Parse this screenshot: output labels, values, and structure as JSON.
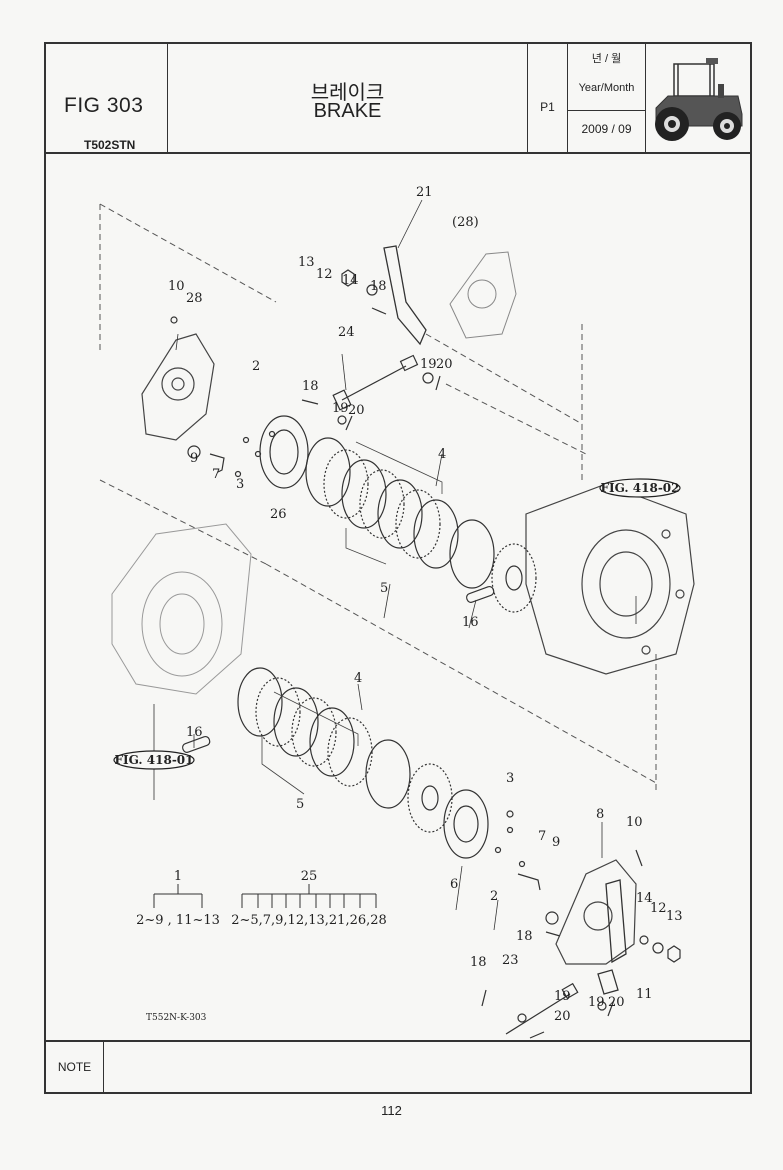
{
  "header": {
    "fig_number": "FIG 303",
    "model": "T502STN",
    "title_korean": "브레이크",
    "title_english": "BRAKE",
    "page_code": "P1",
    "year_month_korean": "년 / 월",
    "year_month_english": "Year/Month",
    "date": "2009 / 09"
  },
  "diagram": {
    "callouts_upper": [
      "21",
      "(28)",
      "13",
      "12",
      "14",
      "18",
      "10",
      "28",
      "24",
      "2",
      "18",
      "19",
      "20",
      "19",
      "20",
      "9",
      "7",
      "3",
      "26",
      "4",
      "5",
      "16"
    ],
    "callouts_lower": [
      "4",
      "16",
      "5",
      "3",
      "8",
      "10",
      "7",
      "9",
      "6",
      "2",
      "14",
      "12",
      "13",
      "18",
      "18",
      "23",
      "19",
      "11",
      "19",
      "20",
      "20"
    ],
    "fig_refs": [
      "FIG. 418-02",
      "FIG. 418-01"
    ],
    "groups": [
      {
        "number": "1",
        "range": "2~9 , 11~13"
      },
      {
        "number": "25",
        "range": "2~5,7,9,12,13,21,26,28"
      }
    ],
    "drawing_code": "T552N-K-303"
  },
  "note_label": "NOTE",
  "page_number": "112"
}
